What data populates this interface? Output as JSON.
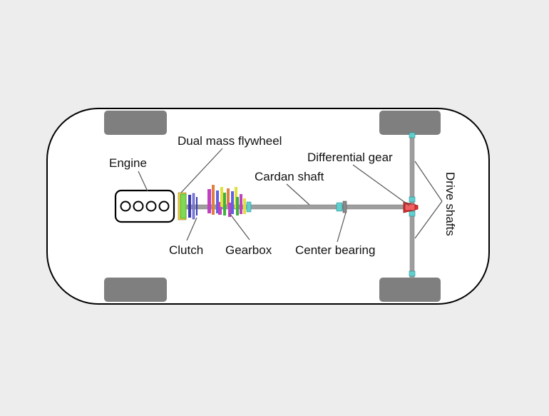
{
  "labels": {
    "engine": "Engine",
    "dual_mass_flywheel": "Dual mass flywheel",
    "differential_gear": "Differential gear",
    "cardan_shaft": "Cardan shaft",
    "drive_shafts": "Drive shafts",
    "clutch": "Clutch",
    "gearbox": "Gearbox",
    "center_bearing": "Center bearing"
  },
  "colors": {
    "background": "#ededed",
    "car_body": "#ffffff",
    "outline": "#000000",
    "wheel": "#7f7f7f",
    "shaft": "#9e9e9e",
    "bearing": "#5fd0d0",
    "flywheel": "#7ed957",
    "flywheel_rim": "#f2d24a",
    "clutch": "#3a3ab0",
    "gear_magenta": "#c040c0",
    "gear_yellow": "#e0e040",
    "gear_green": "#40b040",
    "gear_orange": "#e08040",
    "gear_blue": "#6060e0",
    "differential": "#e03030"
  }
}
